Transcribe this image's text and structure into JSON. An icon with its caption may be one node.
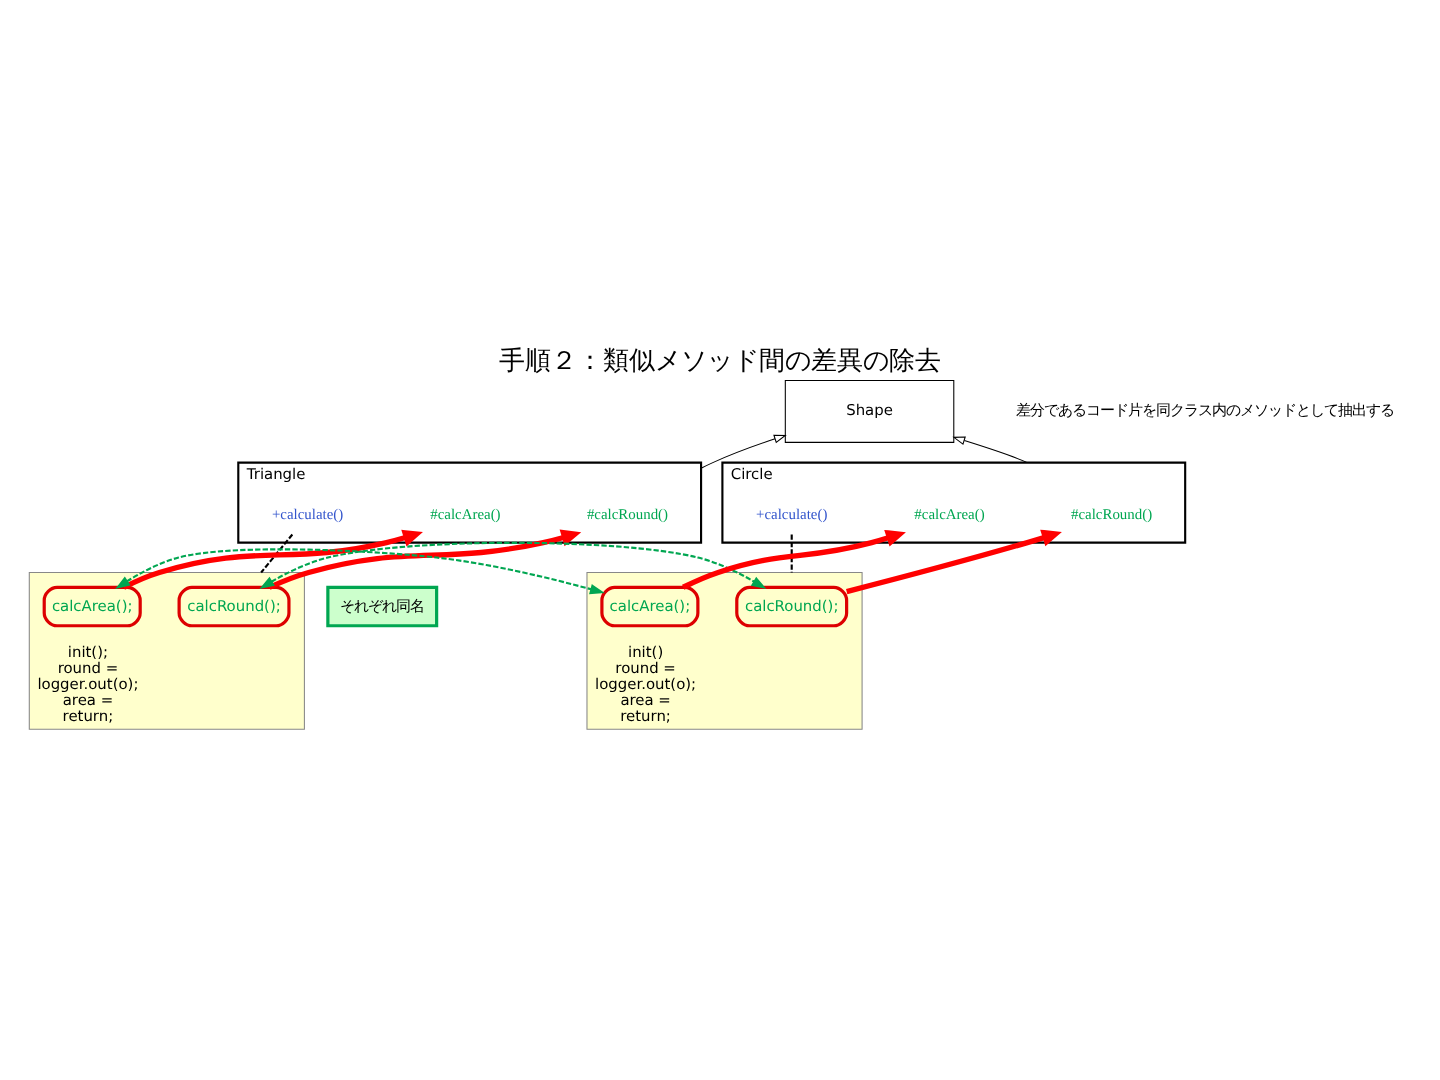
{
  "diagram": {
    "title": "手順２：類似メソッド間の差異の除去",
    "nodes": [
      {
        "text": [
          "Shape"
        ]
      },
      {
        "text": [
          "Triangle"
        ]
      },
      {
        "text": [
          "#calcRound()"
        ],
        "in": 1
      },
      {
        "text": [
          "#calcArea()"
        ],
        "in": 1
      },
      {
        "text": [
          "+calculate()"
        ],
        "in": 1
      },
      {
        "text": [
          "Circle"
        ]
      },
      {
        "text": [
          "#calcRound()"
        ],
        "in": 5
      },
      {
        "text": [
          "#calcArea()"
        ],
        "in": 5
      },
      {
        "text": [
          "+calculate()"
        ],
        "in": 5
      },
      {
        "text": [
          "init();",
          "round =",
          "logger.out(o);",
          "area =",
          "return;"
        ]
      },
      {
        "text": [
          "calcRound();"
        ],
        "in": 9
      },
      {
        "text": [
          "calcArea();"
        ],
        "in": 9
      },
      {
        "text": [
          "init()",
          "round =",
          "logger.out(o);",
          "area =",
          "return;"
        ]
      },
      {
        "text": [
          "calcRound();"
        ],
        "in": 12
      },
      {
        "text": [
          "calcArea();"
        ],
        "in": 12
      },
      {
        "text": [
          "それぞれ同名"
        ]
      }
    ],
    "edges": [
      {
        "from": 1,
        "to": 0,
        "arrow": "to"
      },
      {
        "from": 5,
        "to": 0,
        "arrow": "to"
      },
      {
        "from": 4,
        "to": 9,
        "arrow": "none",
        "style": "dashed"
      },
      {
        "from": 8,
        "to": 12,
        "arrow": "none",
        "style": "dashed"
      },
      {
        "from": 10,
        "to": 2,
        "arrow": "to",
        "style": "thick",
        "color": "#ff0000"
      },
      {
        "from": 11,
        "to": 3,
        "arrow": "to",
        "style": "thick",
        "color": "#ff0000"
      },
      {
        "from": 13,
        "to": 6,
        "arrow": "to",
        "style": "thick",
        "color": "#ff0000"
      },
      {
        "from": 14,
        "to": 7,
        "arrow": "to",
        "style": "thick",
        "color": "#ff0000"
      },
      {
        "from": 10,
        "to": 13,
        "arrow": "both",
        "style": "dashed",
        "color": "#00a651"
      },
      {
        "from": 11,
        "to": 14,
        "arrow": "both",
        "style": "dashed",
        "color": "#00a651"
      }
    ],
    "labels": [
      "差分であるコード片を同クラス内のメソッドとして抽出する"
    ]
  }
}
